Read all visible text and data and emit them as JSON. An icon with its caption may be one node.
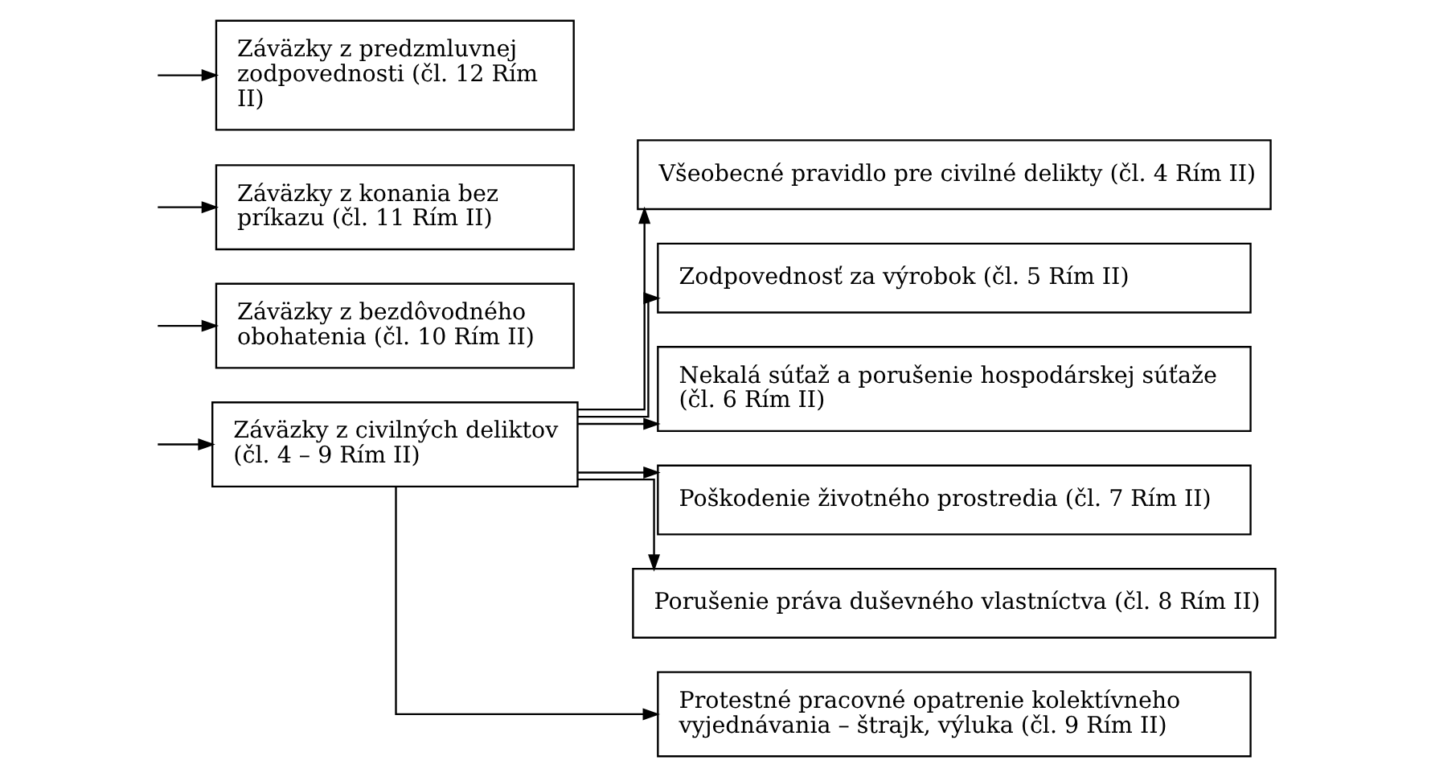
{
  "diagram": {
    "nodes": [
      {
        "text": [
          "Záväzky z civilných deliktov (čl. 4 – 9 Rím II)"
        ]
      },
      {
        "text": [
          "Záväzky z bezdôvodného obohatenia (čl. 10 Rím II)"
        ]
      },
      {
        "text": [
          "Záväzky z konania bez príkazu (čl. 11 Rím II)"
        ]
      },
      {
        "text": [
          "Záväzky z predzmluvnej zodpovednosti (čl. 12 Rím II)"
        ]
      },
      {
        "text": [
          "Všeobecné pravidlo pre civilné delikty (čl. 4 Rím II)"
        ]
      },
      {
        "text": [
          "Zodpovednosť za výrobok (čl. 5 Rím II)"
        ]
      },
      {
        "text": [
          "Nekalá súťaž a porušenie hospodárskej súťaže (čl. 6 Rím II)"
        ]
      },
      {
        "text": [
          "Poškodenie životného prostredia (čl. 7 Rím II)"
        ]
      },
      {
        "text": [
          "Porušenie práva duševného vlastníctva (čl. 8 Rím II)"
        ]
      },
      {
        "text": [
          "Protestné pracovné opatrenie kolektívneho vyjednávania – štrajk, výluka (čl. 9 Rím II)"
        ]
      }
    ],
    "edges": [
      {
        "from": null,
        "to": 0,
        "arrow": "to"
      },
      {
        "from": null,
        "to": 1,
        "arrow": "to"
      },
      {
        "from": null,
        "to": 2,
        "arrow": "to"
      },
      {
        "from": null,
        "to": 3,
        "arrow": "to"
      },
      {
        "from": 0,
        "to": 4,
        "arrow": "to"
      },
      {
        "from": 0,
        "to": 5,
        "arrow": "to"
      },
      {
        "from": 0,
        "to": 6,
        "arrow": "to"
      },
      {
        "from": 0,
        "to": 7,
        "arrow": "to"
      },
      {
        "from": 0,
        "to": 8,
        "arrow": "to"
      },
      {
        "from": 0,
        "to": 9,
        "arrow": "to"
      }
    ]
  }
}
